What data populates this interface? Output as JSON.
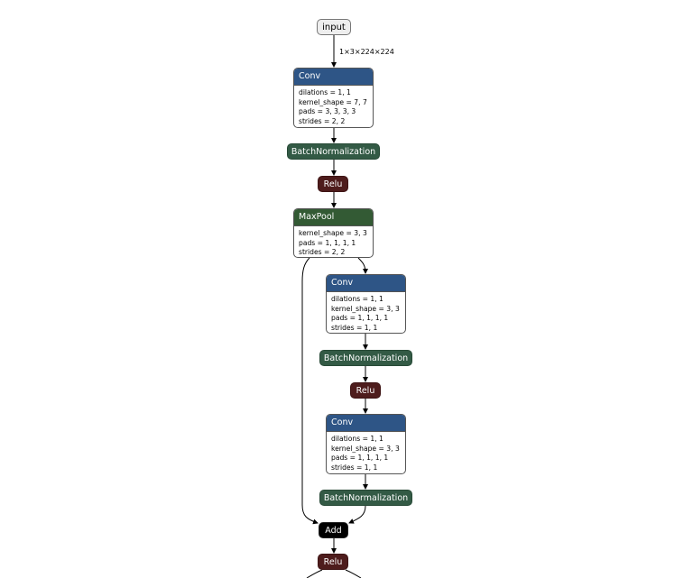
{
  "graph": {
    "input": {
      "label": "input",
      "shape_label": "1×3×224×224"
    },
    "nodes": [
      {
        "id": "conv1",
        "type": "Conv",
        "attrs": [
          "dilations = 1, 1",
          "kernel_shape = 7, 7",
          "pads = 3, 3, 3, 3",
          "strides = 2, 2"
        ]
      },
      {
        "id": "bn1",
        "type": "BatchNormalization"
      },
      {
        "id": "relu1",
        "type": "Relu"
      },
      {
        "id": "maxpool1",
        "type": "MaxPool",
        "attrs": [
          "kernel_shape = 3, 3",
          "pads = 1, 1, 1, 1",
          "strides = 2, 2"
        ]
      },
      {
        "id": "conv2",
        "type": "Conv",
        "attrs": [
          "dilations = 1, 1",
          "kernel_shape = 3, 3",
          "pads = 1, 1, 1, 1",
          "strides = 1, 1"
        ]
      },
      {
        "id": "bn2",
        "type": "BatchNormalization"
      },
      {
        "id": "relu2",
        "type": "Relu"
      },
      {
        "id": "conv3",
        "type": "Conv",
        "attrs": [
          "dilations = 1, 1",
          "kernel_shape = 3, 3",
          "pads = 1, 1, 1, 1",
          "strides = 1, 1"
        ]
      },
      {
        "id": "bn3",
        "type": "BatchNormalization"
      },
      {
        "id": "add1",
        "type": "Add"
      },
      {
        "id": "relu3",
        "type": "Relu"
      }
    ]
  },
  "colors": {
    "conv": "#2e5586",
    "pool": "#335a34",
    "batchnorm": "#335a45",
    "relu": "#4e1c1c",
    "add": "#000000",
    "input_bg": "#eeeeee",
    "edge": "#000000"
  }
}
